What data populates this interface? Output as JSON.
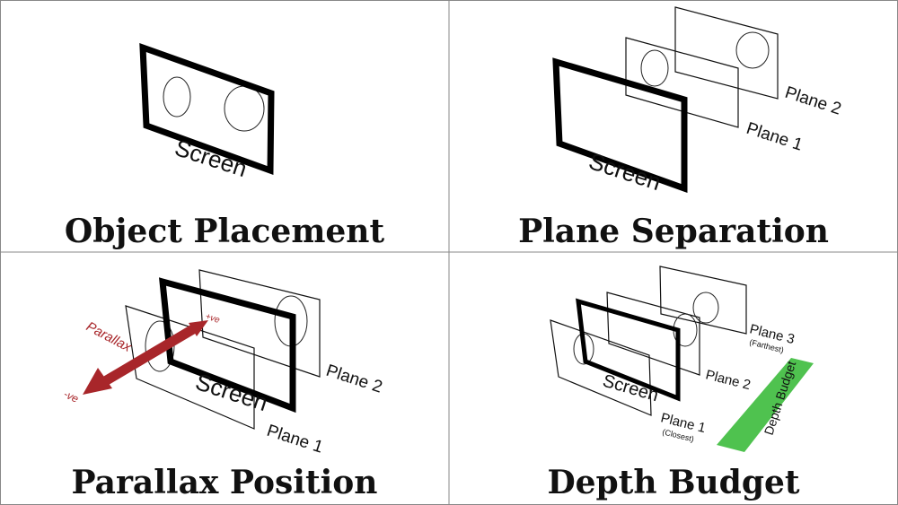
{
  "panels": [
    {
      "title": "Object Placement",
      "labels": {
        "screen": "Screen"
      }
    },
    {
      "title": "Plane Separation",
      "labels": {
        "screen": "Screen",
        "plane1": "Plane 1",
        "plane2": "Plane 2"
      }
    },
    {
      "title": "Parallax Position",
      "labels": {
        "screen": "Screen",
        "plane1": "Plane 1",
        "plane2": "Plane 2",
        "parallax": "Parallax",
        "positive": "+ve",
        "negative": "-ve"
      }
    },
    {
      "title": "Depth Budget",
      "labels": {
        "screen": "Screen",
        "plane1": "Plane 1",
        "plane1_note": "(Closest)",
        "plane2": "Plane 2",
        "plane3": "Plane 3",
        "plane3_note": "(Farthest)",
        "budget": "Depth Budget"
      }
    }
  ],
  "colors": {
    "arrow": "#a8262a",
    "budget_band": "#4fc24f",
    "divider": "#888888"
  }
}
